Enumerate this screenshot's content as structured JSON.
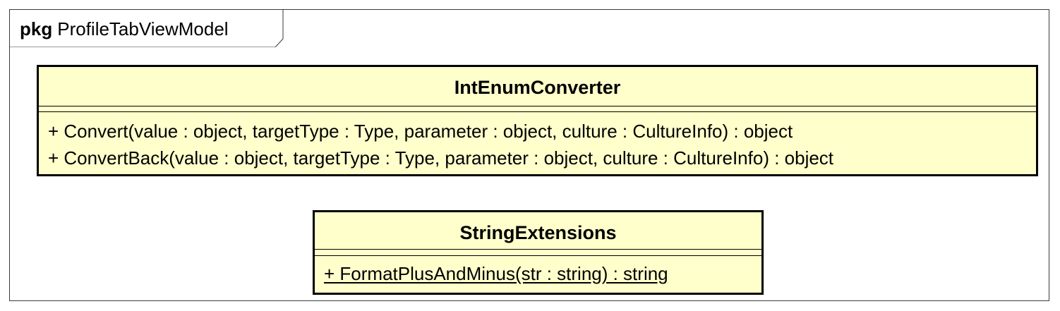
{
  "package": {
    "keyword": "pkg",
    "name": "ProfileTabViewModel"
  },
  "classes": [
    {
      "name": "IntEnumConverter",
      "operations": [
        "+ Convert(value : object, targetType : Type, parameter : object, culture : CultureInfo) : object",
        "+ ConvertBack(value : object, targetType : Type, parameter : object, culture : CultureInfo) : object"
      ]
    },
    {
      "name": "StringExtensions",
      "operations": [
        "+ FormatPlusAndMinus(str : string) : string"
      ],
      "operations_static": true
    }
  ],
  "colors": {
    "class_fill": "#ffffcc",
    "border": "#000000",
    "frame": "#3a3a3a"
  }
}
